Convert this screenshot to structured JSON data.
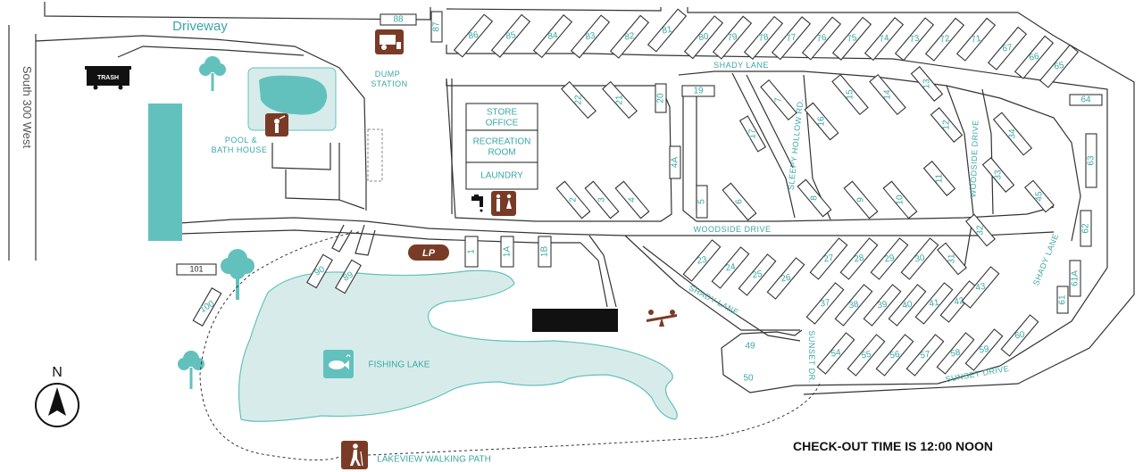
{
  "labels": {
    "driveway": "Driveway",
    "street": "South 300 West",
    "trash": "TRASH",
    "dump_station": [
      "DUMP",
      "STATION"
    ],
    "pool": [
      "POOL &",
      "BATH HOUSE"
    ],
    "store": [
      "STORE",
      "OFFICE"
    ],
    "recreation": [
      "RECREATION",
      "ROOM"
    ],
    "laundry": "LAUNDRY",
    "lp": "LP",
    "fishing_lake": "FISHING LAKE",
    "walking_path": "LAKEVIEW WALKING PATH",
    "checkout": "CHECK-OUT TIME IS 12:00 NOON",
    "north": "N"
  },
  "roads": {
    "shady_lane_top": "SHADY LANE",
    "woodside_drive": "WOODSIDE DRIVE",
    "shady_lane_lower": "SHADY LANE",
    "sunset_dr": "SUNSET DR.",
    "sunset_drive": "SUNSET DRIVE",
    "sleepy_hollow": "SLEEPY HOLLOW RD.",
    "woodside_drive_vertical": "WOODSIDE DRIVE",
    "shady_lane_right": "SHADY LANE"
  },
  "sites": {
    "top_row": [
      "86",
      "85",
      "84",
      "83",
      "82",
      "81",
      "80",
      "79",
      "78",
      "77",
      "76",
      "75",
      "74",
      "73",
      "72",
      "71",
      "67",
      "66",
      "65"
    ],
    "t88": "88",
    "t87": "87",
    "left_inner": [
      "22",
      "21",
      "20",
      "19"
    ],
    "loop": [
      "7",
      "15",
      "14",
      "13",
      "16",
      "12",
      "34",
      "17",
      "33",
      "11",
      "45",
      "64",
      "63",
      "62",
      "61A",
      "61"
    ],
    "lower_left": [
      "2",
      "3",
      "4",
      "4A",
      "5",
      "6",
      "8",
      "9",
      "10",
      "32",
      "31"
    ],
    "front": [
      "1",
      "1A",
      "1B"
    ],
    "shady_lane": [
      "23",
      "24",
      "25",
      "26",
      "27",
      "28",
      "29",
      "30",
      "37",
      "38",
      "39",
      "40",
      "41",
      "42",
      "43"
    ],
    "sunset": [
      "54",
      "55",
      "56",
      "57",
      "58",
      "59",
      "60",
      "49",
      "50"
    ],
    "west": [
      "101",
      "100",
      "90",
      "89"
    ]
  },
  "colors": {
    "teal": "#3aa7a4",
    "teal_light": "#d7ecea",
    "teal_block": "#63c1bd",
    "brown": "#7a3b26",
    "black": "#111111"
  },
  "icons": [
    "trash-dumpster-icon",
    "dump-station-icon",
    "shower-icon",
    "water-faucet-icon",
    "restroom-icon",
    "seesaw-playground-icon",
    "fish-icon",
    "hiker-icon",
    "tree-icon",
    "north-arrow-icon"
  ]
}
